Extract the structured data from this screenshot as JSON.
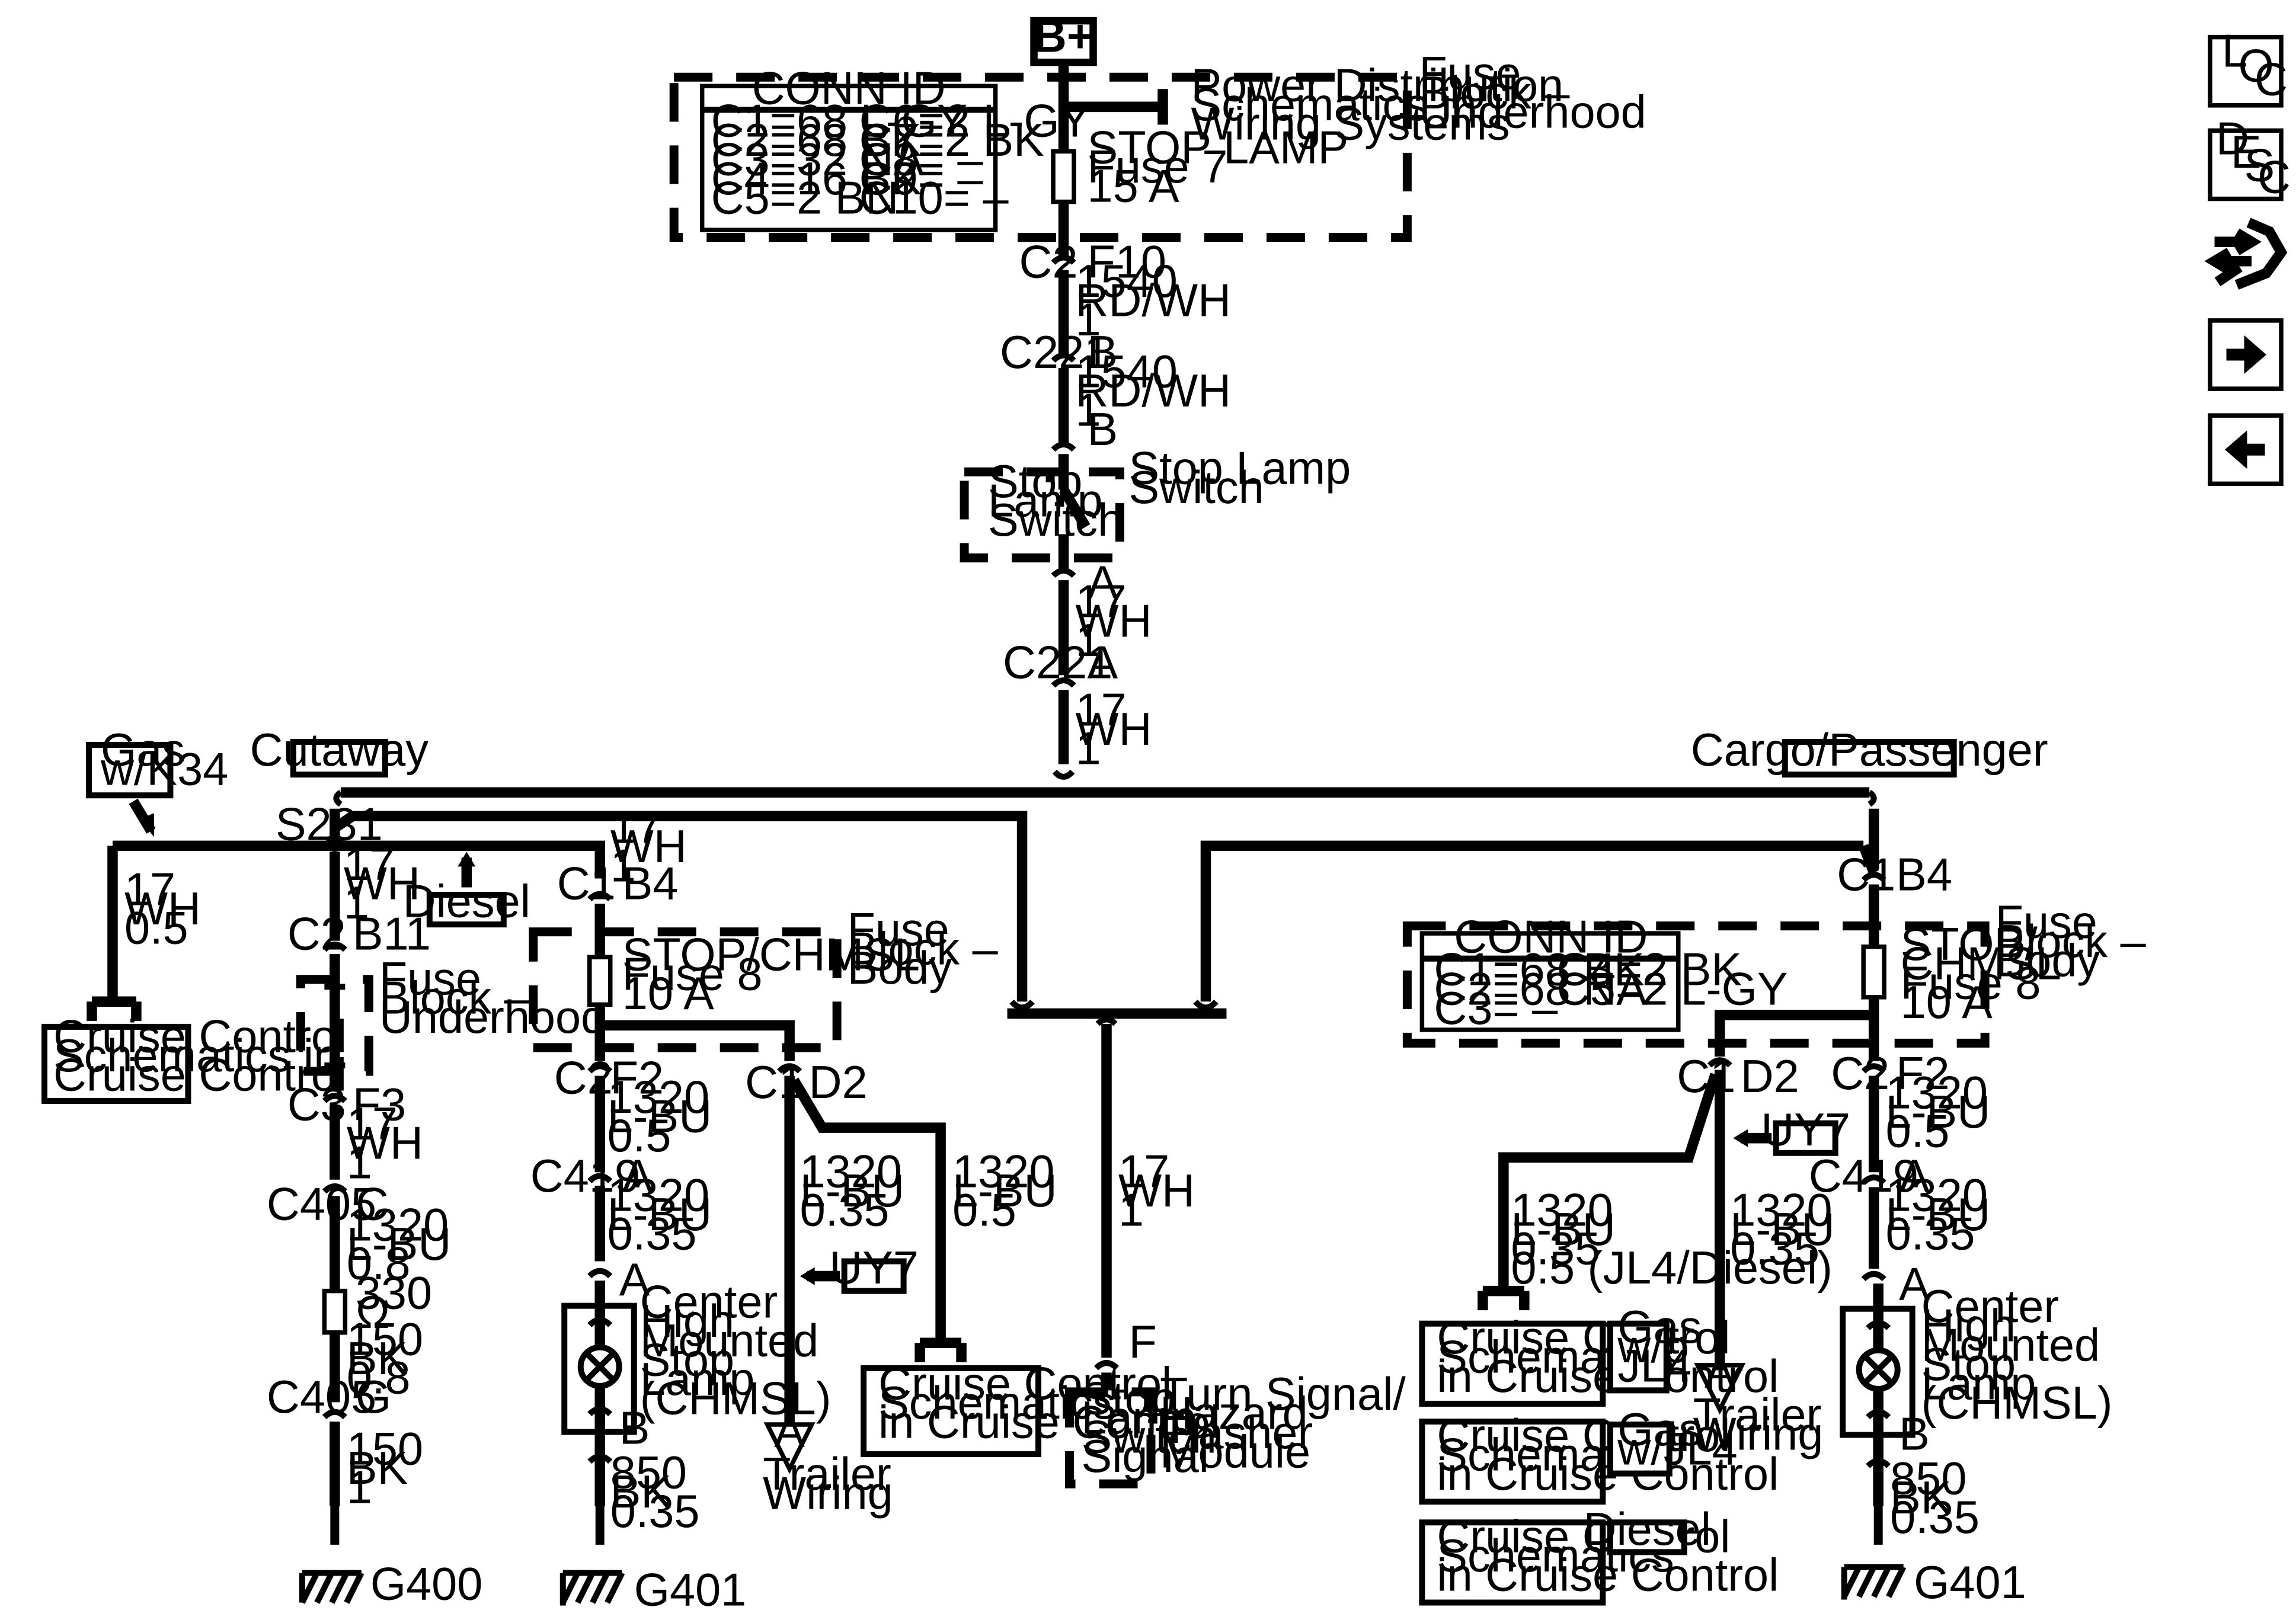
{
  "power": {
    "b_plus": "B+"
  },
  "fuse_block_underhood": {
    "label": [
      "Fuse",
      "Block –",
      "Underhood"
    ],
    "conn_id_title": "CONN ID",
    "conn_id_rows": [
      [
        "C1=68 L-GY",
        "C6=2 L-GY"
      ],
      [
        "C2=68 BK",
        "C7=2 BK"
      ],
      [
        "C3=32 NA",
        "C8= –"
      ],
      [
        "C4=16 BK",
        "C9= –"
      ],
      [
        "C5=2 BN",
        "C10= –"
      ]
    ],
    "power_dist_ref": [
      "Power Distribution",
      "Schematics in",
      "Wiring Systems"
    ],
    "fuse": [
      "STOP LAMP",
      "Fuse 7",
      "15 A"
    ]
  },
  "trunk": {
    "c2_label": "C2",
    "c2_wire": [
      "F10",
      "1540",
      "RD/WH",
      "1"
    ],
    "c221_top": "C221",
    "c221_b_wire": [
      "B",
      "1540",
      "RD/WH",
      "1"
    ],
    "switch_b": "B",
    "switch_inner": [
      "Stop",
      "Lamp",
      "Switch"
    ],
    "switch_outer": [
      "Stop Lamp",
      "Switch"
    ],
    "switch_a_wire": [
      "A",
      "17",
      "WH",
      "1"
    ],
    "c221_bottom": "C221",
    "c221_a": "A",
    "trunk_wire": [
      "17",
      "WH",
      "1"
    ]
  },
  "options": {
    "cutaway": "Cutaway",
    "cargo": "Cargo/Passenger",
    "gas_k34": [
      "Gas",
      "w/K34"
    ],
    "diesel": "Diesel",
    "uy7": "UY7"
  },
  "cutaway": {
    "splice": "S231",
    "cruise_wire": [
      "17",
      "WH",
      "0.5"
    ],
    "cruise_ref": [
      "Cruise Control",
      "Schematics in",
      "Cruise Control"
    ],
    "wire_17": [
      "17",
      "WH",
      "1"
    ],
    "c2": "C2",
    "b11": "B11",
    "fb_label": [
      "Fuse",
      "Block –",
      "Underhood"
    ],
    "c3": "C3",
    "f3_wire": [
      "F3",
      "17",
      "WH",
      "1"
    ],
    "c405_c": "C405",
    "c_pin": "C",
    "c_wire": [
      "1320",
      "L-BU",
      "0.8"
    ],
    "resistor": [
      "330",
      "Ω"
    ],
    "bk_wire": [
      "150",
      "BK",
      "0.8"
    ],
    "c405_g": "C405",
    "g_pin": "G",
    "ground_wire": [
      "150",
      "BK",
      "1"
    ],
    "ground": "G400",
    "stop_wire": [
      "17",
      "WH",
      "1"
    ],
    "c1": "C1",
    "b4": "B4",
    "fb_body": [
      "Fuse",
      "Block –",
      "Body"
    ],
    "fuse": [
      "STOP/CHMSL",
      "Fuse 8",
      "10 A"
    ],
    "c2b": "C2",
    "f2_wire": [
      "F2",
      "1320",
      "L-BU",
      "0.5"
    ],
    "c419": "C419",
    "a_wire": [
      "A",
      "1320",
      "L-BU",
      "0.35"
    ],
    "lamp_a": "A",
    "lamp": [
      "Center",
      "High",
      "Mounted",
      "Stop",
      "Lamp",
      "(CHMSL)"
    ],
    "lamp_b": "B",
    "gnd_wire": [
      "850",
      "BK",
      "0.35"
    ],
    "ground2": "G401",
    "c1b": "C1",
    "d2": "D2",
    "trailer_wire": [
      "1320",
      "L-BU",
      "0.35"
    ],
    "trailer": [
      "Trailer",
      "Wiring"
    ],
    "triangle": "A",
    "cruise2_wire": [
      "1320",
      "L-BU",
      "0.5"
    ],
    "cruise2_ref": [
      "Cruise Control",
      "Schematics",
      "in Cruise Control"
    ]
  },
  "center": {
    "wire": [
      "17",
      "WH",
      "1"
    ],
    "f_pin": "F",
    "signal": [
      "Stop",
      "Lamp",
      "Switch",
      "Signal"
    ],
    "module": [
      "Turn Signal/",
      "Hazard",
      "Flasher",
      "Module"
    ]
  },
  "cargo": {
    "c1": "C1",
    "b4": "B4",
    "fb_body": [
      "Fuse",
      "Block –",
      "Body"
    ],
    "conn_id_title": "CONN ID",
    "conn_id_rows": [
      [
        "C1=68 BK",
        "C4=2 BK"
      ],
      [
        "C2=68 NA",
        "C5=2 L-GY"
      ],
      [
        "C3= –",
        ""
      ]
    ],
    "fuse": [
      "STOP/",
      "CHMSL",
      "Fuse 8",
      "10 A"
    ],
    "c1b": "C1",
    "d2": "D2",
    "c2": "C2",
    "f2_wire": [
      "F2",
      "1320",
      "L-BU",
      "0.5"
    ],
    "c419": "C419",
    "a_wire": [
      "A",
      "1320",
      "L-BU",
      "0.35"
    ],
    "lamp_a": "A",
    "lamp": [
      "Center",
      "High",
      "Mounted",
      "Stop",
      "Lamp",
      "(CHMSL)"
    ],
    "lamp_b": "B",
    "gnd_wire": [
      "850",
      "BK",
      "0.35"
    ],
    "ground": "G401",
    "cruise_wire": [
      "1320",
      "L-BU",
      "0.35",
      "0.5 (JL4/Diesel)"
    ],
    "trailer_wire": [
      "1320",
      "L-BU",
      "0.35"
    ],
    "trailer": [
      "Trailer",
      "Wiring"
    ],
    "triangle": "A",
    "cruise_refs": [
      {
        "text": [
          "Cruise Control",
          "Schematics",
          "in Cruise Control"
        ],
        "tag": [
          "Gas",
          "w/o",
          "JL4"
        ]
      },
      {
        "text": [
          "Cruise Control",
          "Schematics",
          "in Cruise Control"
        ],
        "tag": [
          "Gas",
          "w/JL4"
        ]
      },
      {
        "text": [
          "Cruise Control",
          "Schematics",
          "in Cruise Control"
        ],
        "tag": [
          "Diesel"
        ]
      }
    ]
  },
  "nav": {
    "loc": [
      "L",
      "O",
      "C"
    ],
    "desc": [
      "D",
      "E",
      "S",
      "C"
    ],
    "icons": [
      "wrench-arrows-icon",
      "arrow-right-icon",
      "arrow-left-icon"
    ]
  }
}
